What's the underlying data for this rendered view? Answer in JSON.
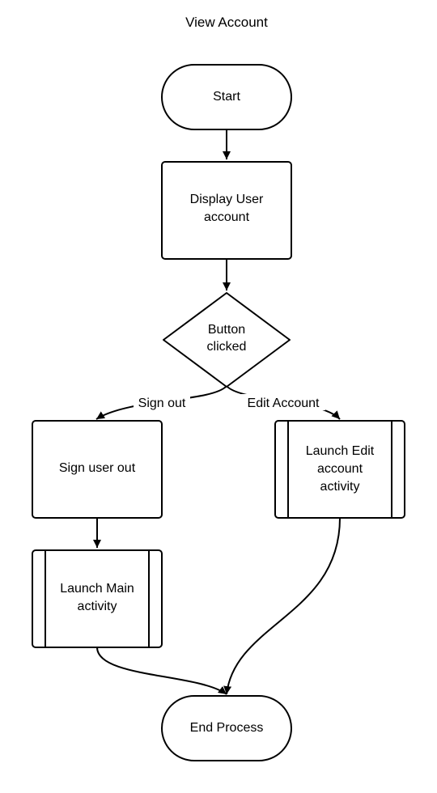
{
  "title": "View Account",
  "nodes": {
    "start": {
      "lines": [
        "Start"
      ]
    },
    "display": {
      "lines": [
        "Display User",
        "account"
      ]
    },
    "decision": {
      "lines": [
        "Button",
        "clicked"
      ]
    },
    "signout": {
      "lines": [
        "Sign user out"
      ]
    },
    "edit": {
      "lines": [
        "Launch Edit",
        "account",
        "activity"
      ]
    },
    "main": {
      "lines": [
        "Launch Main",
        "activity"
      ]
    },
    "end": {
      "lines": [
        "End Process"
      ]
    }
  },
  "edges": {
    "signout_label": "Sign out",
    "edit_label": "Edit Account"
  }
}
